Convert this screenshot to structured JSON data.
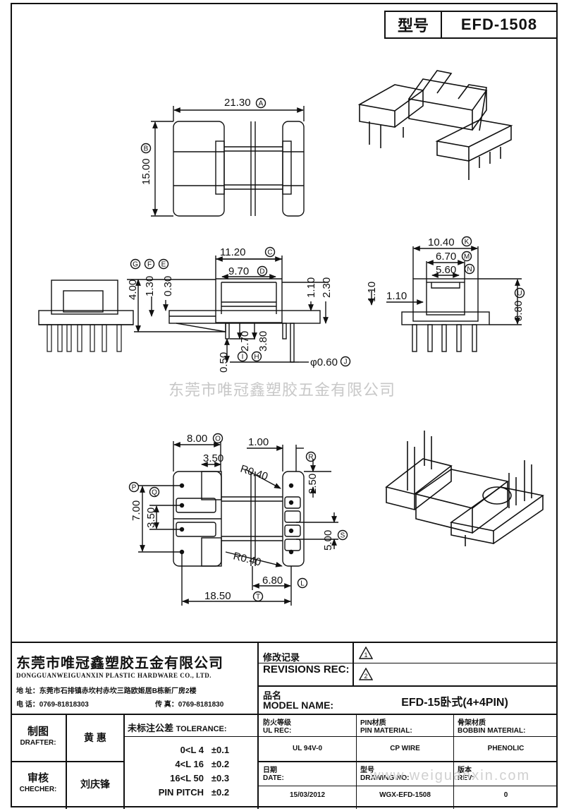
{
  "header": {
    "model_label": "型号",
    "model_value": "EFD-1508"
  },
  "dimensions": {
    "a": "21.30",
    "b": "15.00",
    "c": "11.20",
    "d": "9.70",
    "e": "0.30",
    "f": "1.30",
    "g": "4.00",
    "h": "3.80",
    "i": "2.70",
    "j": "φ0.60",
    "side_1_10": "1.10",
    "side_2_30": "2.30",
    "pin_0_50": "0.50",
    "k": "10.40",
    "m": "6.70",
    "n": "5.60",
    "u": "8.80",
    "r_1_10a": "1.10",
    "r_1_10b": "1.10",
    "o": "8.00",
    "top_1_00": "1.00",
    "top_3_50": "3.50",
    "r040a": "R0.40",
    "r040b": "R0.40",
    "r_2_50": "2.50",
    "p": "7.00",
    "q": "3.50",
    "s": "5.00",
    "l": "6.80",
    "t": "18.50"
  },
  "letters": [
    "A",
    "B",
    "C",
    "D",
    "E",
    "F",
    "G",
    "H",
    "I",
    "J",
    "K",
    "M",
    "N",
    "U",
    "O",
    "R",
    "P",
    "Q",
    "S",
    "L",
    "T"
  ],
  "watermark": "东莞市唯冠鑫塑胶五金有限公司",
  "url_mark": "www.weiguanxin.com",
  "company": {
    "name_cn": "东莞市唯冠鑫塑胶五金有限公司",
    "name_en": "DONGGUANWEIGUANXIN PLASTIC HARDWARE CO., LTD.",
    "addr_label": "地  址：",
    "addr": "东莞市石排镇赤坎村赤坎三路欧姬居B栋新厂房2楼",
    "tel_label": "电  话：",
    "tel": "0769-81818303",
    "fax_label": "传  真：",
    "fax": "0769-8181830"
  },
  "revisions": {
    "label_cn": "修改记录",
    "label_en": "REVISIONS REC:",
    "marks": [
      "1",
      "2"
    ]
  },
  "model_name": {
    "label_cn": "品名",
    "label_en": "MODEL NAME:",
    "value": "EFD-15卧式(4+4PIN)"
  },
  "drafter": {
    "label_cn": "制图",
    "label_en": "DRAFTER:",
    "name": "黄  惠"
  },
  "checker": {
    "label_cn": "审核",
    "label_en": "CHECHER:",
    "name": "刘庆锋"
  },
  "tolerance": {
    "label_cn": "未标注公差",
    "label_en": "TOLERANCE:",
    "rows": [
      {
        "range": "0<L  4",
        "tol": "±0.1"
      },
      {
        "range": "4<L  16",
        "tol": "±0.2"
      },
      {
        "range": "16<L  50",
        "tol": "±0.3"
      },
      {
        "range": "PIN PITCH",
        "tol": "±0.2"
      }
    ]
  },
  "specs": {
    "ul_label_cn": "防火等级",
    "ul_label_en": "UL REC:",
    "ul_value": "UL 94V-0",
    "pin_label_cn": "PIN材质",
    "pin_label_en": "PIN MATERIAL:",
    "pin_value": "CP WIRE",
    "bob_label_cn": "骨架材质",
    "bob_label_en": "BOBBIN MATERIAL:",
    "bob_value": "PHENOLIC",
    "date_label_cn": "日期",
    "date_label_en": "DATE:",
    "date_value": "15/03/2012",
    "dwg_label_cn": "型号",
    "dwg_label_en": "DRAWING NO:",
    "dwg_value": "WGX-EFD-1508",
    "rev_label_cn": "版本",
    "rev_label_en": "REV:",
    "rev_value": "0"
  }
}
